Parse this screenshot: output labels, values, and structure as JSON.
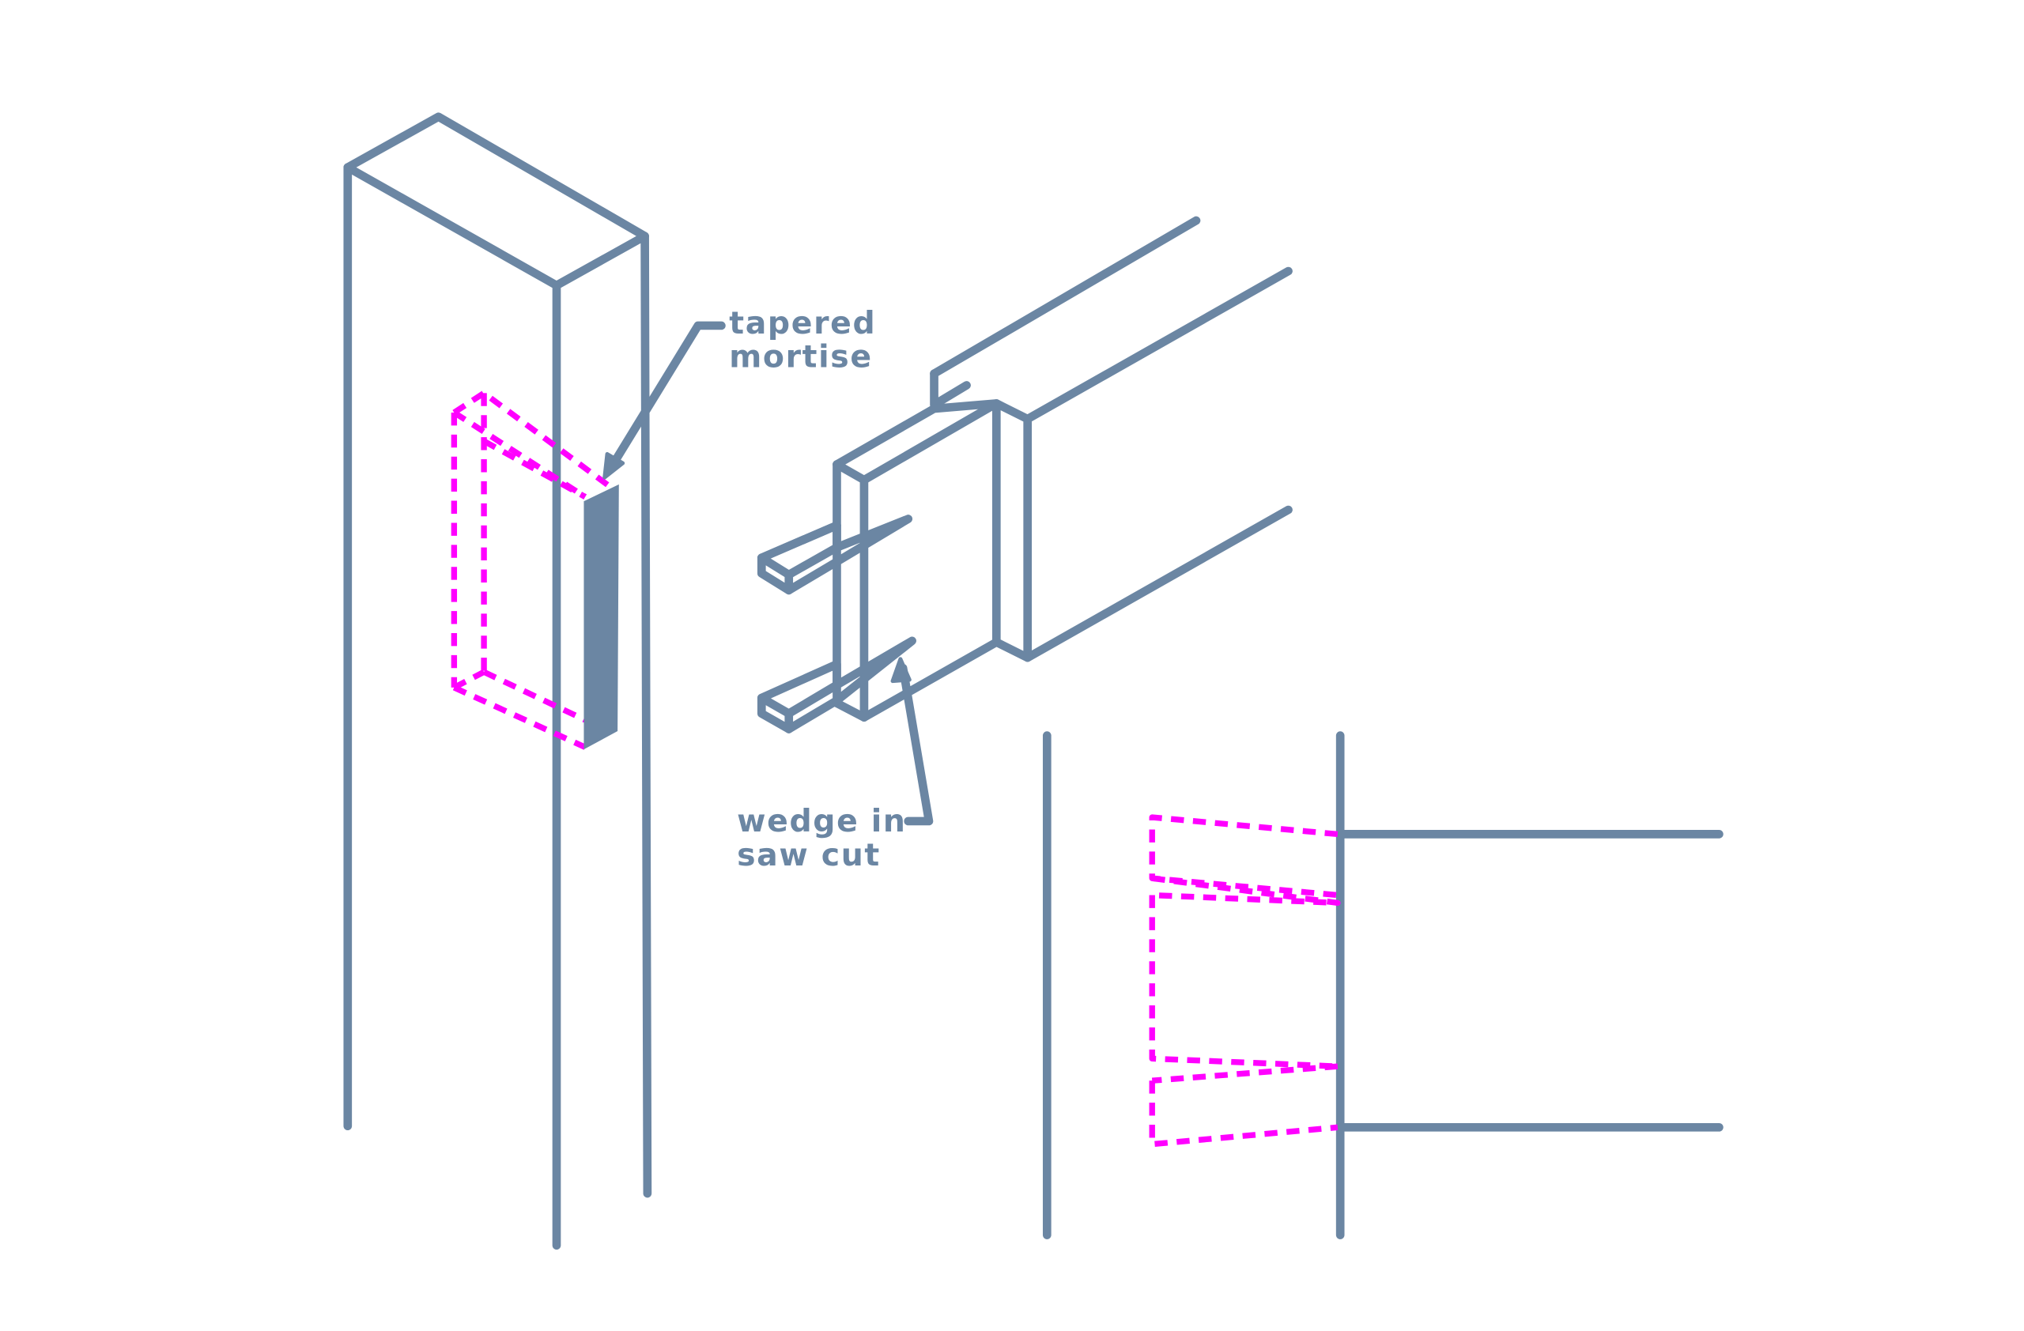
{
  "colors": {
    "line": "#6b86a3",
    "hidden": "#ff00ff",
    "fill": "#6b86a3",
    "background": "#ffffff"
  },
  "labels": {
    "tapered_mortise": [
      "tapered",
      "mortise"
    ],
    "wedge_in_saw_cut": [
      "wedge in",
      "saw cut"
    ]
  }
}
